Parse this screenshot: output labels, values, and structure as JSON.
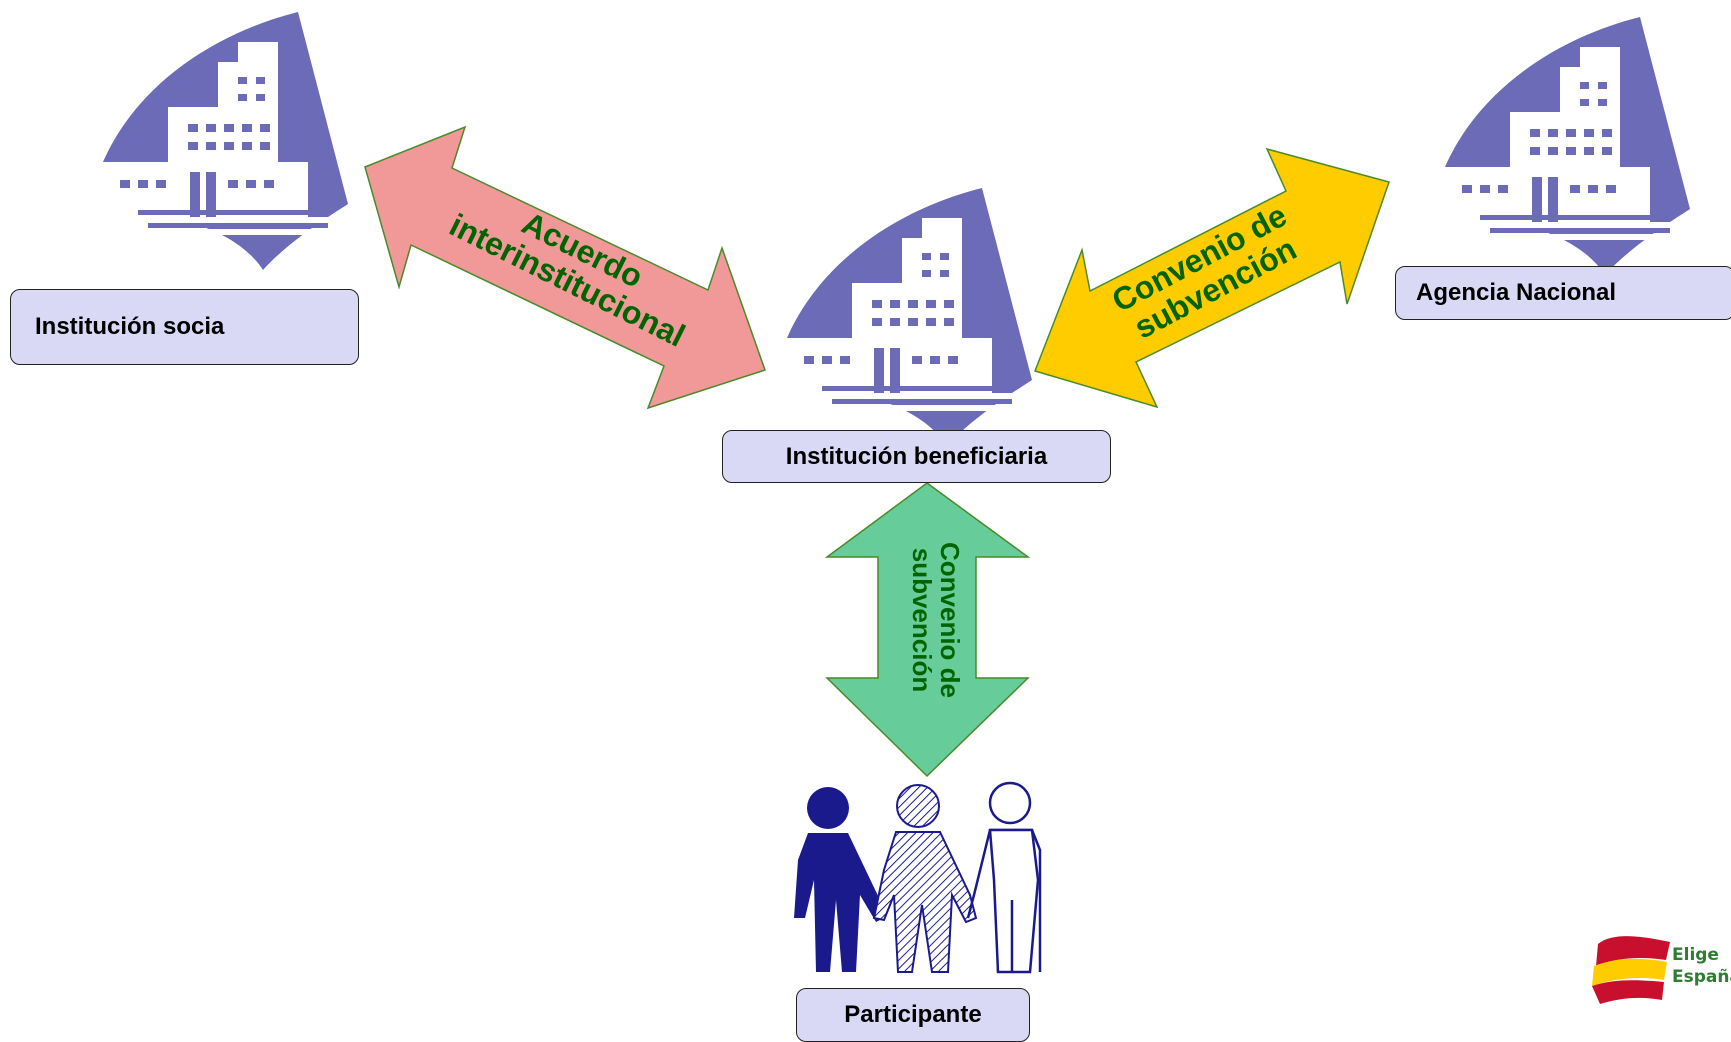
{
  "nodes": {
    "partner": {
      "label": "Institución socia"
    },
    "national_agency": {
      "label": "Agencia Nacional"
    },
    "beneficiary": {
      "label": "Institución beneficiaria"
    },
    "participant": {
      "label": "Participante"
    }
  },
  "arrows": {
    "interinstitutional": {
      "line1": "Acuerdo",
      "line2": "interinstitucional",
      "fill": "#f19999",
      "text_color": "#006400"
    },
    "grant_agency": {
      "line1": "Convenio de",
      "line2": "subvención",
      "fill": "#ffcc00",
      "text_color": "#006400"
    },
    "grant_participant": {
      "line1": "Convenio de",
      "line2": "subvención",
      "fill": "#66cc99",
      "text_color": "#006400"
    }
  },
  "colors": {
    "building": "#6b6bb8",
    "person": "#1a1a8c",
    "label_bg": "#d9d9f5"
  },
  "logo": {
    "line1": "Elige",
    "line2": "España"
  }
}
